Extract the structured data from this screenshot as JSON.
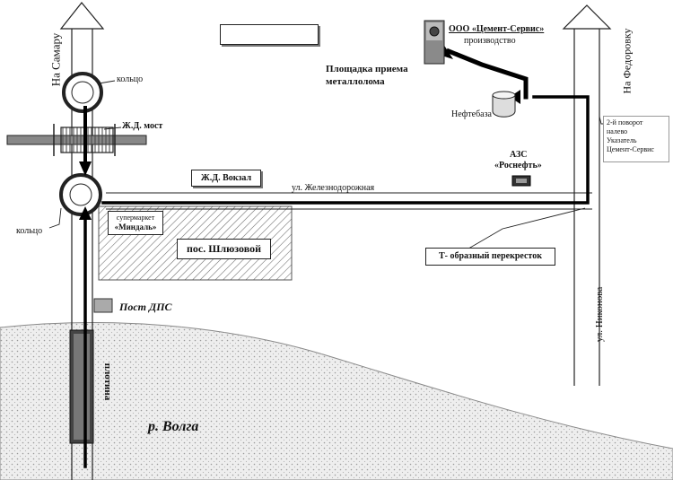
{
  "map": {
    "title": "Схема проезда",
    "labels": {
      "to_samara": "На Самару",
      "to_fedorovka": "На Федоровку",
      "ring_top": "кольцо",
      "ring_bottom": "кольцо",
      "rail_bridge": "Ж.Д. мост",
      "rail_station": "Ж.Д. Вокзал",
      "zheleznodorozhnaya_st": "ул. Железнодорожная",
      "supermarket_line1": "супермаркет",
      "supermarket_line2": "«Миндаль»",
      "settlement": "пос. Шлюзовой",
      "police_post": "Пост ДПС",
      "dam": "плотина",
      "river": "р. Волга",
      "gas_station_line1": "АЗС",
      "gas_station_line2": "«Роснефть»",
      "t_junction": "Т- образный перекресток",
      "nikonova_st": "ул. Никонова",
      "oil_depot": "Нефтебаза",
      "turn_line1": "2-й поворот",
      "turn_line2": "налево",
      "turn_line3": "Указатель",
      "turn_line4": "Цемент-Сервис",
      "scrap_site_line1": "Площадка приема",
      "scrap_site_line2": "металлолома",
      "company_line1": "ООО «Цемент-Сервис»",
      "company_line2": "производство"
    },
    "colors": {
      "route": "#000000",
      "road_outline": "#222222",
      "river_fill": "#eeeeee",
      "hatch": "#666666"
    }
  }
}
